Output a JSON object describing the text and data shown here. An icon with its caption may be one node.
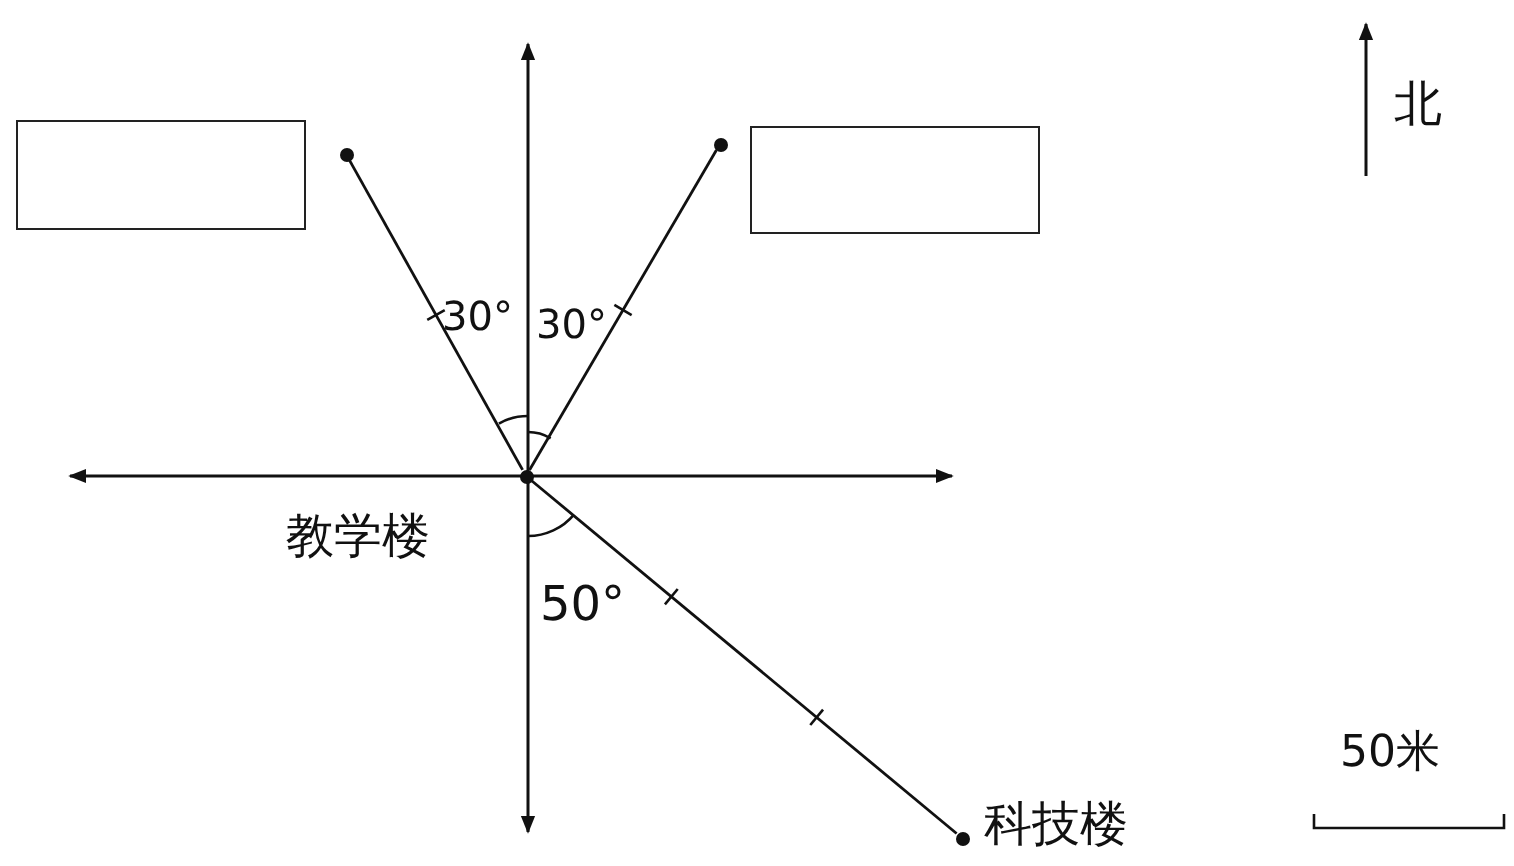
{
  "diagram": {
    "nodes": [
      {
        "text": [],
        "shape": "box"
      },
      {
        "text": [],
        "shape": "circle"
      },
      {
        "text": [],
        "shape": "circle"
      },
      {
        "text": [],
        "shape": "box"
      },
      {
        "text": [],
        "shape": "circle",
        "beside": [
          "教学楼"
        ]
      },
      {
        "text": [],
        "shape": "circle",
        "beside": [
          "科技楼"
        ]
      }
    ],
    "edges": [
      {
        "from": 4,
        "to": 1,
        "arrow": "none"
      },
      {
        "from": 4,
        "to": 2,
        "arrow": "none"
      },
      {
        "from": 4,
        "to": 5,
        "arrow": "none"
      }
    ],
    "labels": [
      "北",
      "30°",
      "30°",
      "50°",
      "50米"
    ]
  }
}
